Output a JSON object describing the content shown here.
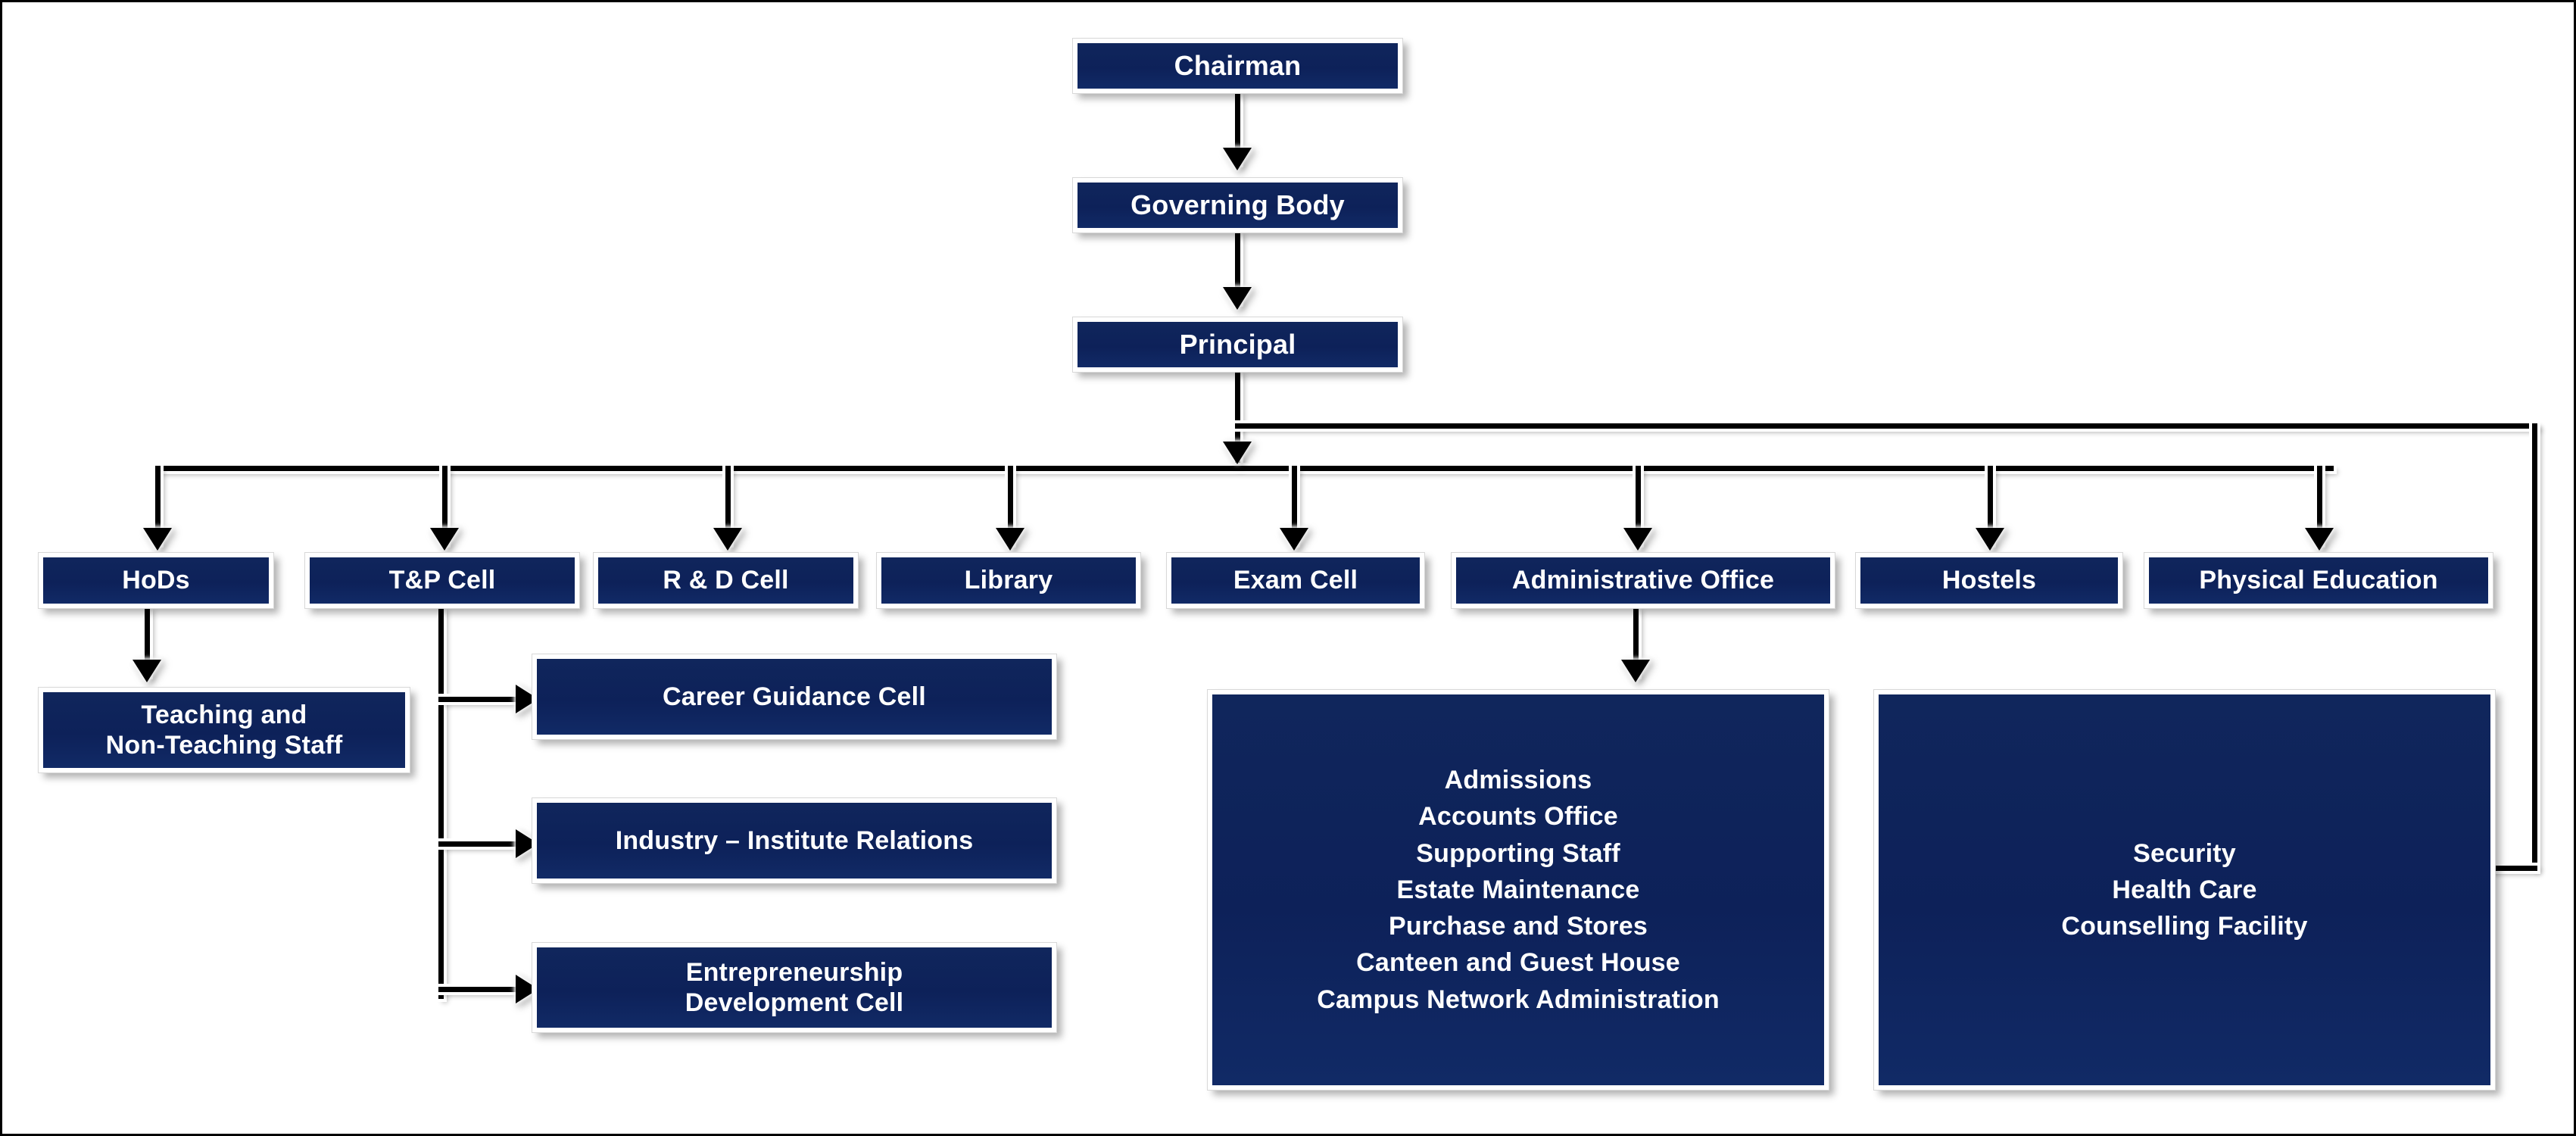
{
  "chart": {
    "type": "org-chart",
    "title": "College Organizational Structure",
    "colors": {
      "node_fill": "#0d2159",
      "node_border": "#ffffff",
      "node_text": "#ffffff",
      "connector": "#000000",
      "background": "#ffffff",
      "frame_border": "#000000"
    }
  },
  "nodes": {
    "chairman": {
      "label": "Chairman"
    },
    "governing_body": {
      "label": "Governing Body"
    },
    "principal": {
      "label": "Principal"
    },
    "hods": {
      "label": "HoDs"
    },
    "tp_cell": {
      "label": "T&P Cell"
    },
    "rd_cell": {
      "label": "R & D Cell"
    },
    "library": {
      "label": "Library"
    },
    "exam_cell": {
      "label": "Exam Cell"
    },
    "administrative_office": {
      "label": "Administrative Office"
    },
    "hostels": {
      "label": "Hostels"
    },
    "physical_education": {
      "label": "Physical Education"
    },
    "teaching_staff": {
      "lines": [
        "Teaching and",
        "Non-Teaching Staff"
      ]
    },
    "career_guidance_cell": {
      "label": "Career Guidance Cell"
    },
    "industry_institute_relations": {
      "label": "Industry – Institute Relations"
    },
    "entrepreneurship_development_cell": {
      "lines": [
        "Entrepreneurship",
        "Development Cell"
      ]
    },
    "administrative_office_functions": {
      "lines": [
        "Admissions",
        "Accounts Office",
        "Supporting Staff",
        "Estate Maintenance",
        "Purchase and Stores",
        "Canteen and Guest House",
        "Campus Network Administration"
      ]
    },
    "support_services": {
      "lines": [
        "Security",
        "Health Care",
        "Counselling Facility"
      ]
    }
  },
  "hierarchy": {
    "root": "chairman",
    "edges": [
      {
        "from": "chairman",
        "to": "governing_body"
      },
      {
        "from": "governing_body",
        "to": "principal"
      },
      {
        "from": "principal",
        "to": "hods"
      },
      {
        "from": "principal",
        "to": "tp_cell"
      },
      {
        "from": "principal",
        "to": "rd_cell"
      },
      {
        "from": "principal",
        "to": "library"
      },
      {
        "from": "principal",
        "to": "exam_cell"
      },
      {
        "from": "principal",
        "to": "administrative_office"
      },
      {
        "from": "principal",
        "to": "hostels"
      },
      {
        "from": "principal",
        "to": "physical_education"
      },
      {
        "from": "principal",
        "to": "support_services"
      },
      {
        "from": "hods",
        "to": "teaching_staff"
      },
      {
        "from": "tp_cell",
        "to": "career_guidance_cell"
      },
      {
        "from": "tp_cell",
        "to": "industry_institute_relations"
      },
      {
        "from": "tp_cell",
        "to": "entrepreneurship_development_cell"
      },
      {
        "from": "administrative_office",
        "to": "administrative_office_functions"
      }
    ]
  }
}
